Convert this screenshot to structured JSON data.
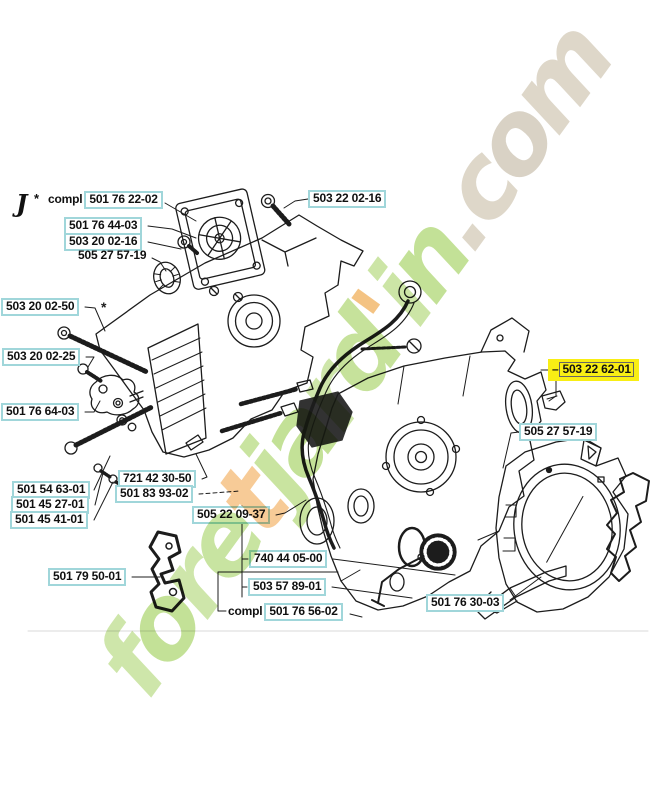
{
  "figure": {
    "index_letter": "J",
    "asterisk_top": "*",
    "asterisk_mid": "*"
  },
  "ui": {
    "label_box_border": "#a0d6da",
    "highlight_background": "#f8ee14",
    "line_color": "#1c1c1c"
  },
  "watermark": {
    "text": "foretjardin.com",
    "letters": [
      {
        "ch": "f",
        "color": "#c6e29b"
      },
      {
        "ch": "o",
        "color": "#b9dc85"
      },
      {
        "ch": "r",
        "color": "#c6e29b"
      },
      {
        "ch": "e",
        "color": "#bfdf90"
      },
      {
        "ch": "t",
        "color": "#f6c285"
      },
      {
        "ch": "j",
        "color": "#c0e08f"
      },
      {
        "ch": "a",
        "color": "#b9dc85"
      },
      {
        "ch": "r",
        "color": "#c6e29b"
      },
      {
        "ch": "d",
        "color": "#bcdd8a"
      },
      {
        "ch": "'",
        "color": "#f2b96d"
      },
      {
        "ch": "i",
        "color": "#c3e196"
      },
      {
        "ch": "n",
        "color": "#b9dc85"
      },
      {
        "ch": ".",
        "color": "#d8d0c0"
      },
      {
        "ch": "c",
        "color": "#d8d0c0"
      },
      {
        "ch": "o",
        "color": "#d2cabb"
      },
      {
        "ch": "m",
        "color": "#d8d0c0"
      }
    ]
  },
  "labels": {
    "compl_top_prefix": "compl",
    "compl_top_number": "501 76 22-02",
    "l_501_76_44": "501 76 44-03",
    "l_503_20_02_16_a": "503 20 02-16",
    "l_505_27_57_top": "505 27 57-19",
    "l_503_22_02_16": "503 22 02-16",
    "l_503_20_02_50": "503 20 02-50",
    "l_503_20_02_25": "503 20 02-25",
    "l_501_76_64": "501 76 64-03",
    "l_501_54_63": "501 54 63-01",
    "l_501_45_27": "501 45 27-01",
    "l_501_45_41": "501 45 41-01",
    "l_721_42_30": "721 42 30-50",
    "l_501_83_93": "501 83 93-02",
    "l_505_22_09": "505 22 09-37",
    "l_501_79_50": "501 79 50-01",
    "l_740_44_05": "740 44 05-00",
    "l_503_57_89": "503 57 89-01",
    "compl_bottom_prefix": "compl",
    "compl_bottom_number": "501 76 56-02",
    "l_501_76_30": "501 76 30-03",
    "l_505_27_57_right": "505 27 57-19",
    "highlight_dash": "–",
    "l_503_22_62": "503 22 62-01"
  }
}
